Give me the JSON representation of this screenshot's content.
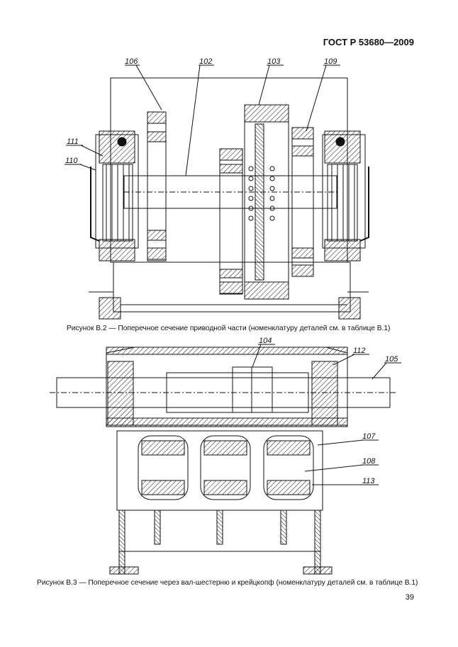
{
  "header": {
    "standard": "ГОСТ Р 53680—2009"
  },
  "figure_b2": {
    "caption": "Рисунок В.2 — Поперечное сечение приводной части (номенклатуру деталей см. в таблице В.1)",
    "labels": [
      "106",
      "102",
      "103",
      "109",
      "111",
      "110"
    ]
  },
  "figure_b3": {
    "caption": "Рисунок В.3 — Поперечное сечение через вал-шестерню и крейцкопф (номенклатуру деталей см. в таблице В.1)",
    "labels": [
      "104",
      "112",
      "105",
      "107",
      "108",
      "113"
    ]
  },
  "footer": {
    "page_number": "39"
  }
}
